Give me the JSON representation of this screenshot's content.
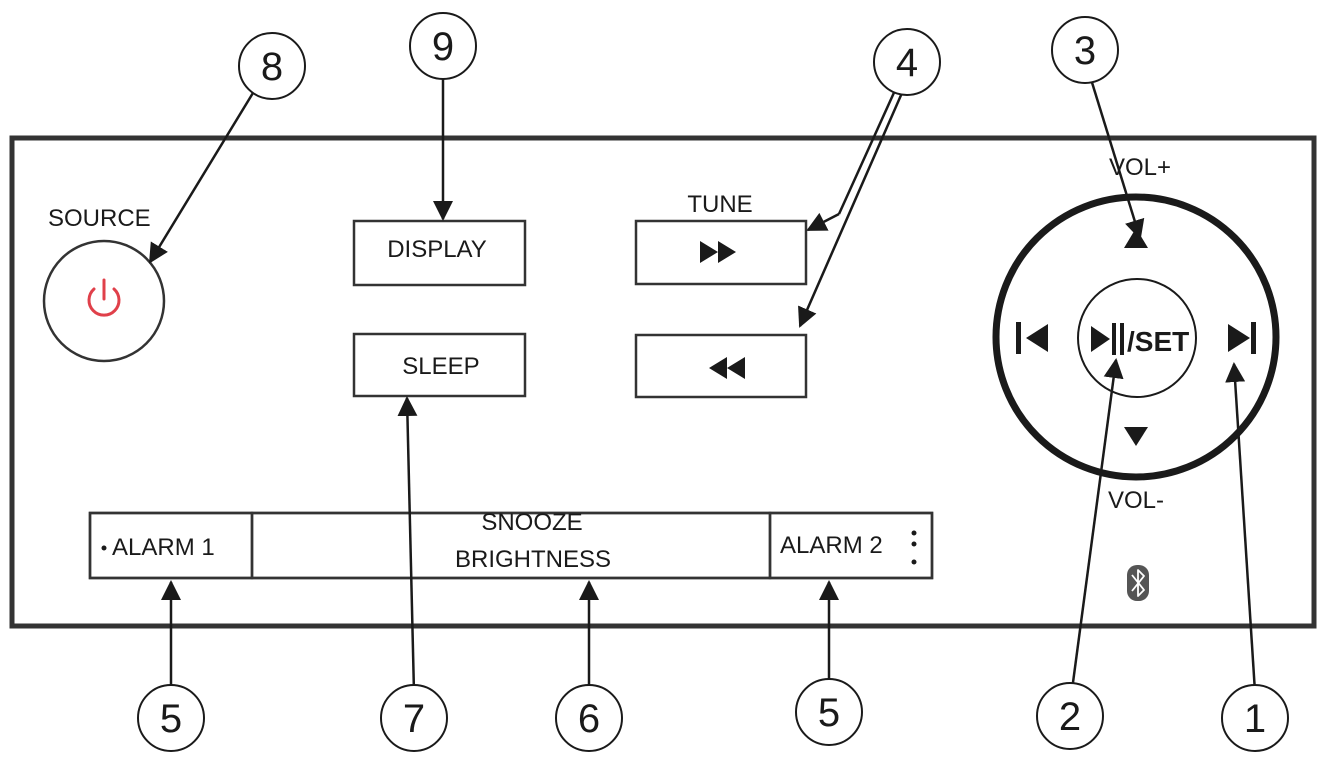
{
  "panel": {
    "source_label": "SOURCE",
    "display_label": "DISPLAY",
    "sleep_label": "SLEEP",
    "tune_label": "TUNE",
    "alarm1_label": "ALARM 1",
    "snooze_label": "SNOOZE",
    "brightness_label": "BRIGHTNESS",
    "alarm2_label": "ALARM 2",
    "play_set_label": "/SET",
    "vol_up_label": "VOL+",
    "vol_down_label": "VOL-"
  },
  "icons": {
    "power": "power-icon",
    "fast_forward": "fast-forward-icon",
    "rewind": "rewind-icon",
    "previous": "skip-previous-icon",
    "next": "skip-next-icon",
    "play_pause": "play-pause-icon",
    "volume_up": "triangle-up-icon",
    "volume_down": "triangle-down-icon",
    "bluetooth": "bluetooth-icon"
  },
  "colors": {
    "power_icon": "#e0404a",
    "line": "#333333"
  },
  "callouts": {
    "c1": "1",
    "c2": "2",
    "c3": "3",
    "c4": "4",
    "c5a": "5",
    "c5b": "5",
    "c6": "6",
    "c7": "7",
    "c8": "8",
    "c9": "9"
  }
}
